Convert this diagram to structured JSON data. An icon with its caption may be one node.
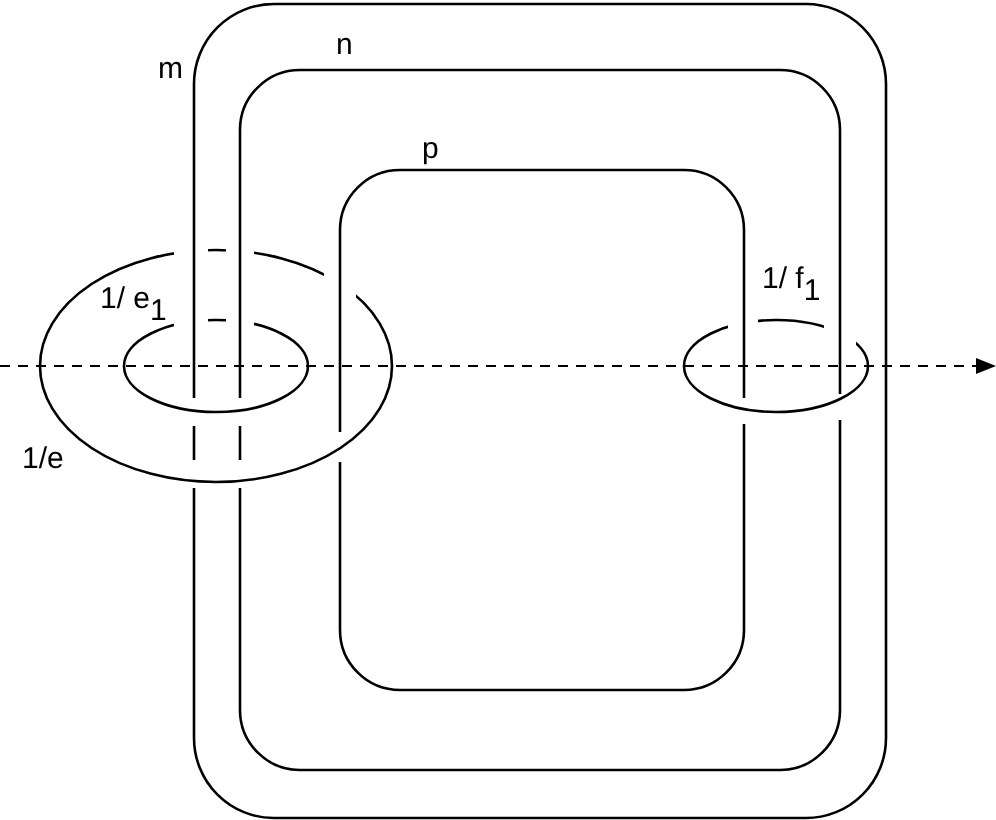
{
  "diagram": {
    "labels": [
      "m",
      "n",
      "p",
      "1/ e$_{1}$",
      "1/ f$_{1}$",
      "1/e"
    ]
  }
}
